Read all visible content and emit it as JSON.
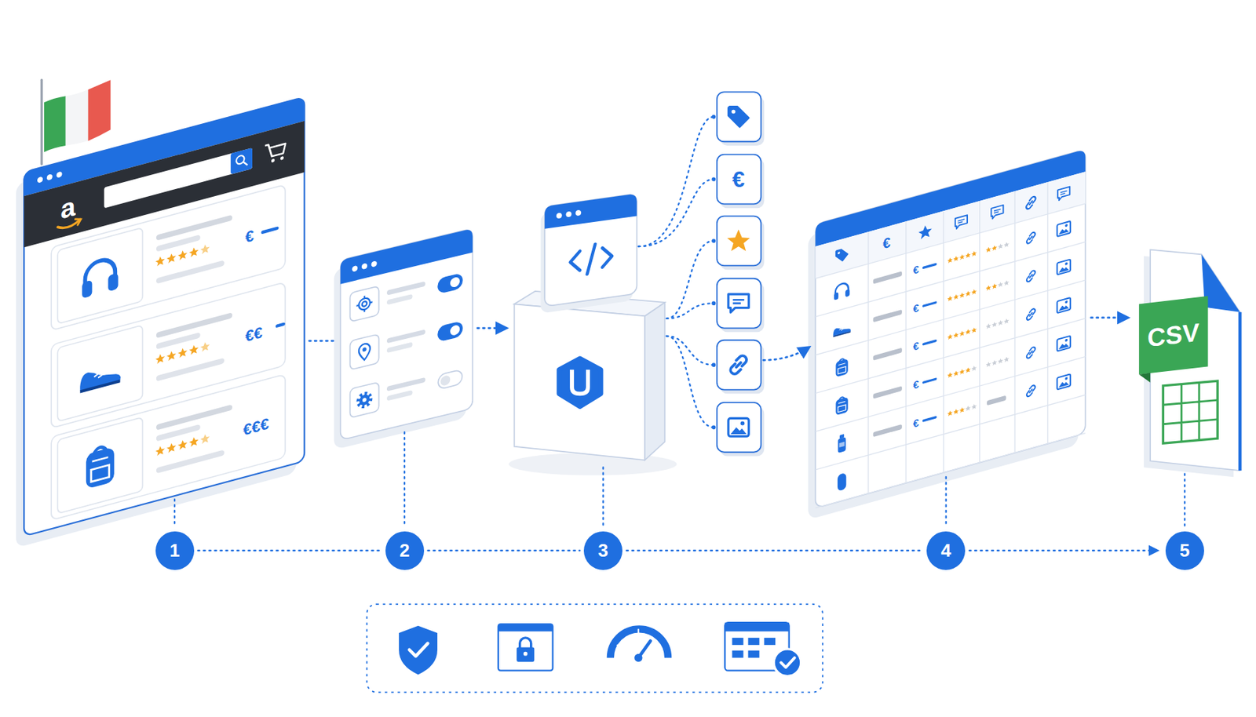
{
  "diagram": {
    "nodes": [
      {
        "text": [
          "1"
        ]
      },
      {
        "text": [
          "2"
        ]
      },
      {
        "text": [
          "3"
        ]
      },
      {
        "text": [
          "4"
        ]
      },
      {
        "text": [
          "5"
        ]
      }
    ],
    "edges": [
      {
        "from": 0,
        "to": 1,
        "arrow": "none"
      },
      {
        "from": 1,
        "to": 2,
        "arrow": "none"
      },
      {
        "from": 2,
        "to": 3,
        "arrow": "none"
      },
      {
        "from": 3,
        "to": 4,
        "arrow": "to"
      }
    ],
    "labels": [
      "a",
      "€",
      "€€",
      "€€€",
      "€",
      "€",
      "€",
      "€",
      "€",
      "€",
      "€",
      "CSV"
    ]
  }
}
